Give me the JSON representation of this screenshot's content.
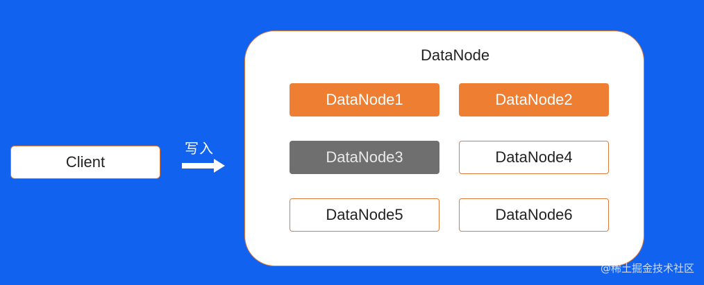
{
  "client": {
    "label": "Client"
  },
  "arrow": {
    "label": "写入"
  },
  "datanode_panel": {
    "title": "DataNode",
    "nodes": [
      {
        "label": "DataNode1",
        "state": "orange"
      },
      {
        "label": "DataNode2",
        "state": "orange"
      },
      {
        "label": "DataNode3",
        "state": "gray"
      },
      {
        "label": "DataNode4",
        "state": "outline"
      },
      {
        "label": "DataNode5",
        "state": "outline"
      },
      {
        "label": "DataNode6",
        "state": "outline"
      }
    ]
  },
  "watermark": {
    "text": "@稀土掘金技术社区"
  },
  "colors": {
    "background": "#1262f0",
    "active_node": "#ee7e32",
    "inactive_node": "#6f6f6f",
    "outline": "#e07a3a"
  }
}
